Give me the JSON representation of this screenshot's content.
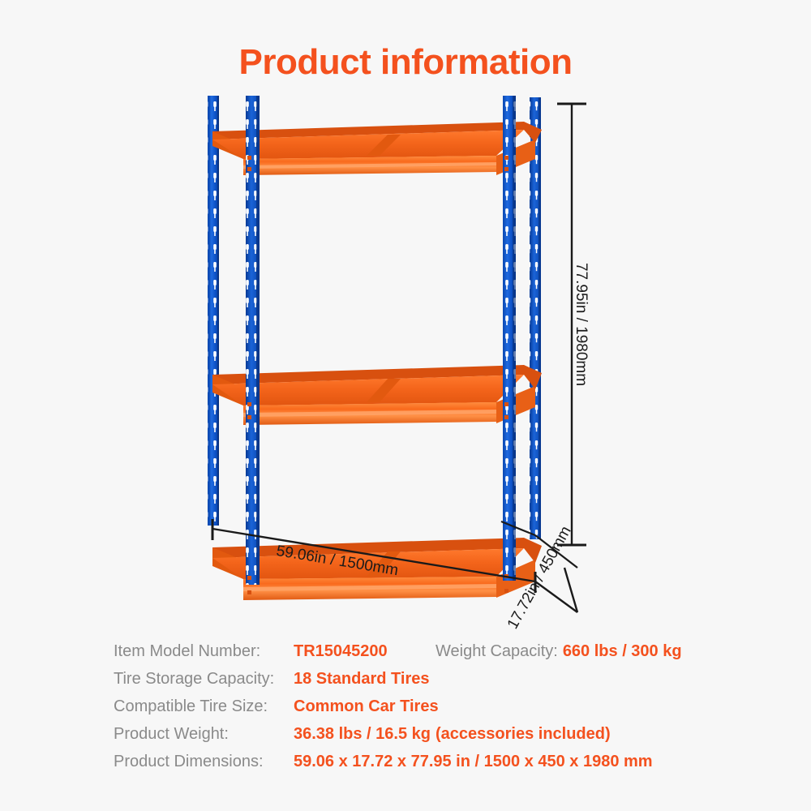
{
  "page": {
    "title": "Product information",
    "background_color": "#f7f7f7",
    "accent_color": "#f4511e",
    "label_color": "#8a8a8a",
    "rack_blue": "#0f55c8",
    "rack_orange": "#f4651b"
  },
  "diagram": {
    "name": "tire-storage-rack",
    "shelf_count": 3,
    "dimensions": {
      "height_label": "77.95in / 1980mm",
      "width_label": "59.06in / 1500mm",
      "depth_label": "17.72in / 450mm"
    }
  },
  "specs": {
    "rows": [
      {
        "label": "Item Model Number:",
        "value": "TR15045200",
        "extra_label": "Weight Capacity:",
        "extra_value": "660 lbs / 300 kg"
      },
      {
        "label": "Tire Storage Capacity:",
        "value": "18 Standard Tires"
      },
      {
        "label": "Compatible Tire Size:",
        "value": "Common Car Tires"
      },
      {
        "label": "Product Weight:",
        "value": "36.38 lbs / 16.5 kg",
        "note": "(accessories included)"
      },
      {
        "label": "Product Dimensions:",
        "value": "59.06 x 17.72 x 77.95 in / 1500 x 450 x 1980 mm"
      }
    ]
  }
}
